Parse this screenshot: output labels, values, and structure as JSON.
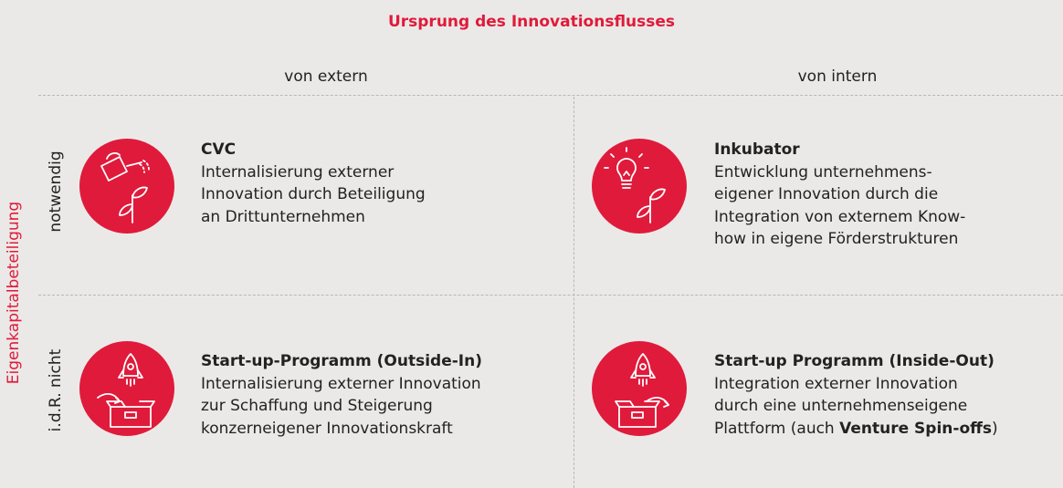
{
  "title": "Ursprung des Innovationsflusses",
  "columns": [
    "von extern",
    "von intern"
  ],
  "axis_label": "Eigenkapitalbeteiligung",
  "rows": [
    "notwendig",
    "i.d.R. nicht"
  ],
  "cells": {
    "cvc": {
      "title": "CVC",
      "lines": [
        "Internalisierung externer",
        "Innovation durch Beteiligung",
        "an Drittunternehmen"
      ],
      "icon": "watering-can-plant-icon"
    },
    "inkubator": {
      "title": "Inkubator",
      "lines": [
        "Entwicklung unternehmens-",
        "eigener Innovation durch die",
        "Integration von externem Know-",
        "how in eigene Förderstrukturen"
      ],
      "icon": "lightbulb-plant-icon"
    },
    "outside_in": {
      "title": "Start-up-Programm (Outside-In)",
      "lines": [
        "Internalisierung externer Innovation",
        "zur Schaffung und Steigerung",
        "konzerneigener Innovationskraft"
      ],
      "icon": "rocket-into-box-icon"
    },
    "inside_out": {
      "title": "Start-up Programm (Inside-Out)",
      "lines": [
        "Integration externer Innovation",
        "durch eine unternehmenseigene"
      ],
      "last_line_prefix": "Plattform (auch ",
      "last_line_bold": "Venture Spin-offs",
      "last_line_suffix": ")",
      "icon": "rocket-out-of-box-icon"
    }
  },
  "colors": {
    "accent": "#e01a3b",
    "background": "#ebe9e7",
    "divider": "#b9b6b3"
  }
}
